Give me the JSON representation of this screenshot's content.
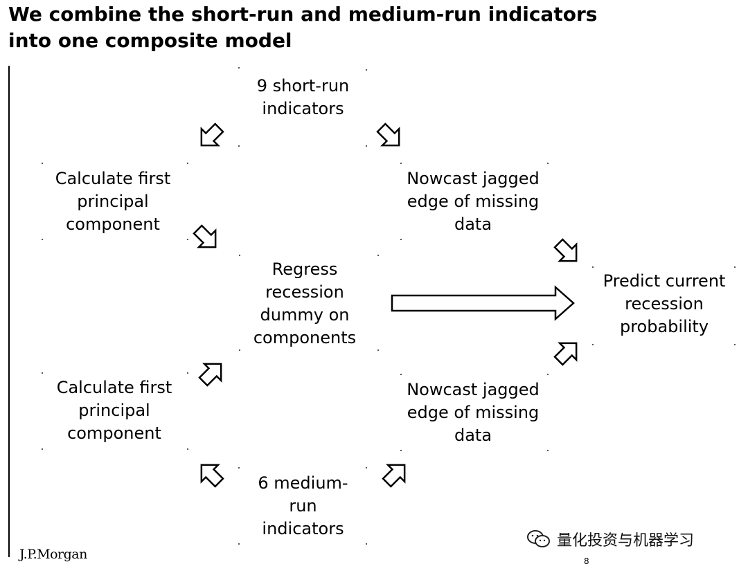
{
  "title": {
    "line1": "We combine the short-run and medium-run indicators",
    "line2": "into one composite model"
  },
  "nodes": {
    "short_run": [
      "9 short-run",
      "indicators"
    ],
    "pc_top": [
      "Calculate first",
      "principal",
      "component"
    ],
    "nowcast_top": [
      "Nowcast jagged",
      "edge of missing",
      "data"
    ],
    "regress": [
      "Regress",
      "recession",
      "dummy on",
      "components"
    ],
    "predict": [
      "Predict current",
      "recession",
      "probability"
    ],
    "pc_bottom": [
      "Calculate first",
      "principal",
      "component"
    ],
    "nowcast_bottom": [
      "Nowcast jagged",
      "edge of missing",
      "data"
    ],
    "medium_run": [
      "6 medium-",
      "run",
      "indicators"
    ]
  },
  "footer": {
    "logo": "J.P.Morgan",
    "page": "8",
    "watermark": "量化投资与机器学习"
  },
  "icons": {
    "watermark_icon": "wechat-icon"
  }
}
